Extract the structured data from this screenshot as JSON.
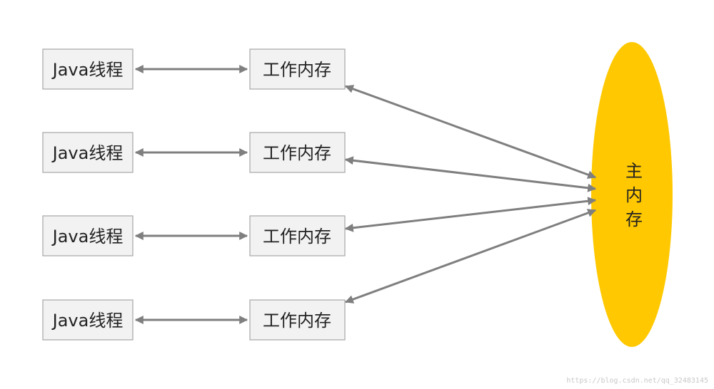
{
  "diagram": {
    "rows": [
      {
        "thread_label": "Java线程",
        "memory_label": "工作内存"
      },
      {
        "thread_label": "Java线程",
        "memory_label": "工作内存"
      },
      {
        "thread_label": "Java线程",
        "memory_label": "工作内存"
      },
      {
        "thread_label": "Java线程",
        "memory_label": "工作内存"
      }
    ],
    "main_memory": {
      "label_lines": [
        "主",
        "内",
        "存"
      ],
      "color": "#FFC800"
    },
    "arrow_color": "#7f7f7f"
  },
  "watermark": "https://blog.csdn.net/qq_32483145"
}
